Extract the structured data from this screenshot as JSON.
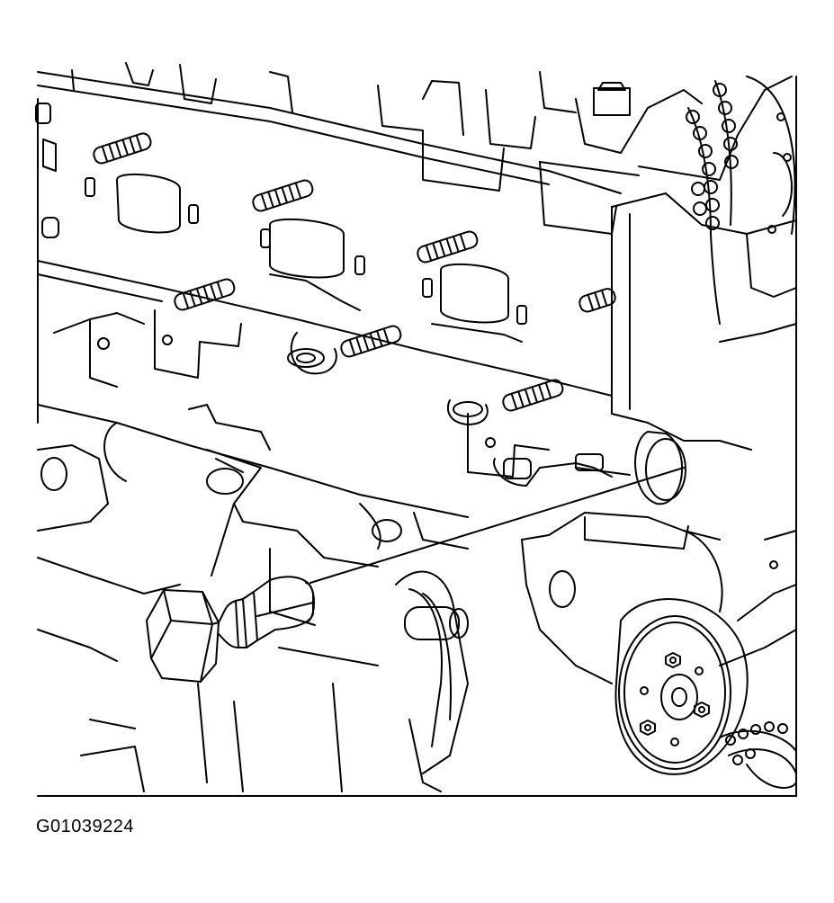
{
  "figure": {
    "id_label": "G01039224",
    "line_color": "#000000",
    "background": "#ffffff",
    "subject_icon": "engine-block-line-drawing",
    "highlighted_part_icon": "hex-head-sensor-plug"
  }
}
